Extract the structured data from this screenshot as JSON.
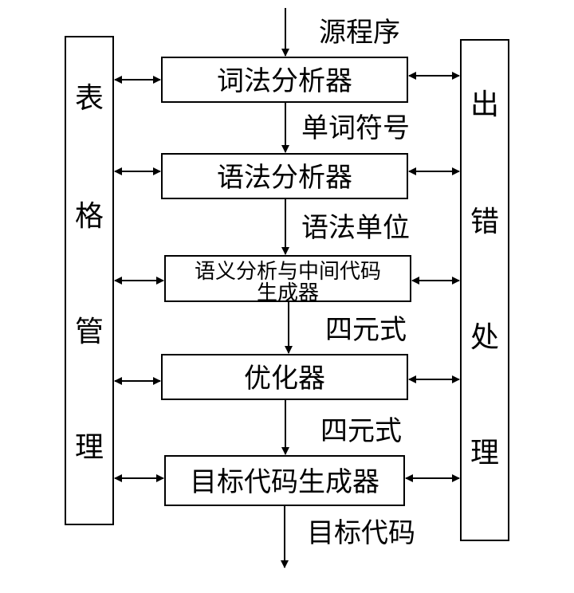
{
  "diagram": {
    "input_label": "源程序",
    "left_panel": {
      "chars": [
        "表",
        "格",
        "管",
        "理"
      ]
    },
    "right_panel": {
      "chars": [
        "出",
        "错",
        "处",
        "理"
      ]
    },
    "stages": [
      {
        "label": "词法分析器"
      },
      {
        "label": "语法分析器"
      },
      {
        "label_line1": "语义分析与中间代码",
        "label_line2": "生成器"
      },
      {
        "label": "优化器"
      },
      {
        "label": "目标代码生成器"
      }
    ],
    "flows": [
      "单词符号",
      "语法单位",
      "四元式",
      "四元式"
    ],
    "output_label": "目标代码"
  }
}
